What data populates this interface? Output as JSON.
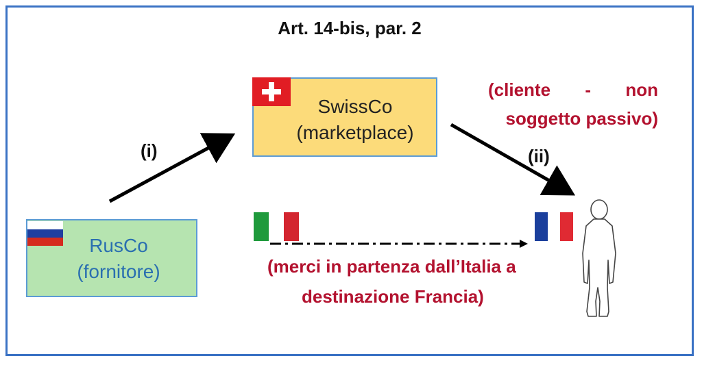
{
  "title": "Art. 14-bis, par. 2",
  "swissco": {
    "name": "SwissCo",
    "role": "(marketplace)"
  },
  "rusco": {
    "name": "RusCo",
    "role": "(fornitore)"
  },
  "client": {
    "line1_a": "(cliente",
    "line1_b": "-",
    "line1_c": "non",
    "line2": "soggetto passivo)"
  },
  "arrows": {
    "i_label": "(i)",
    "ii_label": "(ii)"
  },
  "goods": {
    "line1": "(merci in partenza dall’Italia a",
    "line2": "destinazione Francia)"
  },
  "colors": {
    "frame": "#3a72c4",
    "swiss_box": "#fcdb7a",
    "rus_box": "#b6e4b0",
    "red_text": "#b3122f",
    "flag_italy": [
      "#1f9a3c",
      "#ffffff",
      "#d3252f"
    ],
    "flag_france": [
      "#1b3f9c",
      "#ffffff",
      "#e02a33"
    ],
    "flag_russia": [
      "#ffffff",
      "#1f3fa0",
      "#d52b1e"
    ],
    "flag_switzerland": "#e11d24"
  },
  "icons": [
    "switzerland-flag-icon",
    "russia-flag-icon",
    "italy-flag-icon",
    "france-flag-icon",
    "person-icon"
  ]
}
